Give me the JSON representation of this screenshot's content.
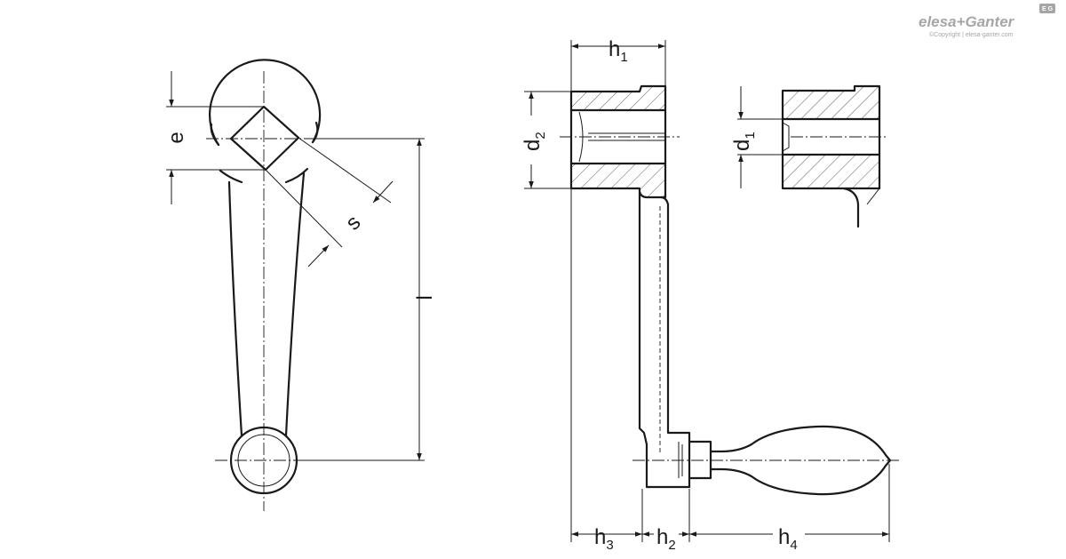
{
  "brand": {
    "name_part1": "elesa",
    "plus": "+",
    "name_part2": "Ganter",
    "badge": "E G",
    "copyright": "©Copyright | elesa-ganter.com"
  },
  "dimensions": {
    "e": "e",
    "s": "s",
    "l": "l",
    "h1": {
      "base": "h",
      "sub": "1"
    },
    "h2": {
      "base": "h",
      "sub": "2"
    },
    "h3": {
      "base": "h",
      "sub": "3"
    },
    "h4": {
      "base": "h",
      "sub": "4"
    },
    "d1": {
      "base": "d",
      "sub": "1"
    },
    "d2": {
      "base": "d",
      "sub": "2"
    }
  }
}
